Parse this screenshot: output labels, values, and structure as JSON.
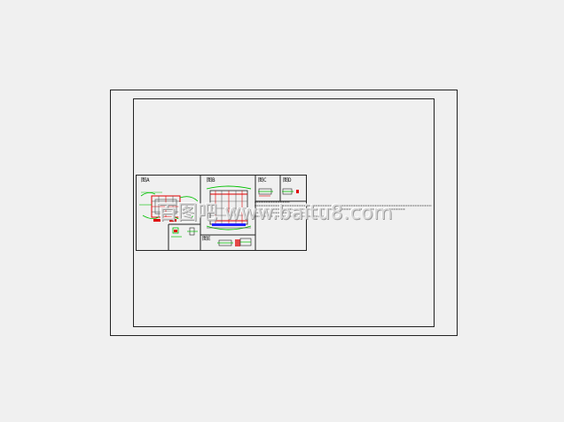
{
  "drawing": {
    "panels": [
      {
        "id": "a",
        "label": "图A"
      },
      {
        "id": "b",
        "label": "图B"
      },
      {
        "id": "c",
        "label": "图C"
      },
      {
        "id": "d",
        "label": "图D"
      }
    ],
    "detail_label": "图E"
  },
  "watermark": {
    "text": "百图吧 www.baitu8.com"
  },
  "colors": {
    "background": "#f0f0f0",
    "line": "#222222",
    "green": "#00c000",
    "red": "#e00000",
    "blue": "#2020ff"
  }
}
